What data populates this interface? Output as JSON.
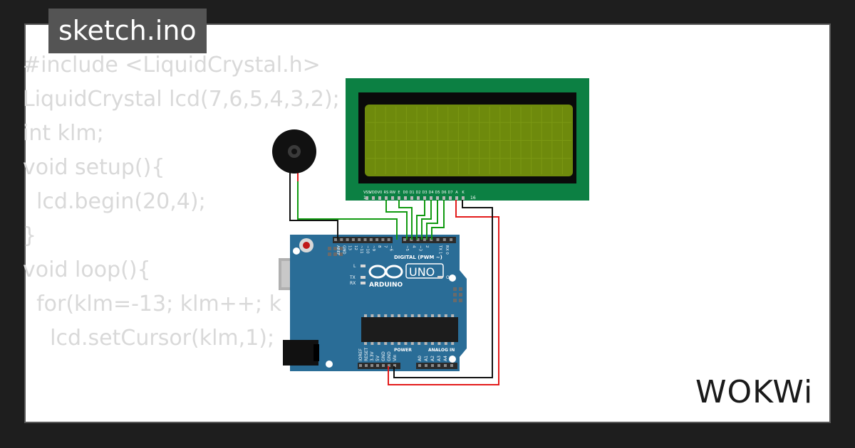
{
  "title": "sketch.ino",
  "brand": "WOKWi",
  "code_lines": [
    "#include <LiquidCrystal.h>",
    "LiquidCrystal lcd(7,6,5,4,3,2);",
    "int klm;",
    "void setup(){",
    "  lcd.begin(20,4);",
    "}",
    "",
    "void loop(){",
    "  for(klm=-13; klm++; k",
    "    lcd.setCursor(klm,1);"
  ],
  "lcd": {
    "pin_labels": [
      "VSS",
      "VDD",
      "V0",
      "RS",
      "RW",
      "E",
      "D0",
      "D1",
      "D2",
      "D3",
      "D4",
      "D5",
      "D6",
      "D7",
      "A",
      "K"
    ],
    "pin_first": "1",
    "pin_last": "16"
  },
  "arduino": {
    "model": "UNO",
    "name": "ARDUINO",
    "digital_header": "DIGITAL (PWM ~)",
    "power_header": "POWER",
    "analog_header": "ANALOG IN",
    "top_pins": [
      "AREF",
      "GND",
      "13",
      "12",
      "~11",
      "~10",
      "~9",
      "8",
      "7",
      "~6",
      "~5",
      "4",
      "~3",
      "2",
      "TX 1",
      "RX 0"
    ],
    "power_pins": [
      "IOREF",
      "RESET",
      "3.3V",
      "5V",
      "GND",
      "GND",
      "Vin"
    ],
    "analog_pins": [
      "A0",
      "A1",
      "A2",
      "A3",
      "A4",
      "A5"
    ],
    "led_labels": [
      "L",
      "TX",
      "RX",
      "ON"
    ]
  },
  "colors": {
    "background": "#1e1e1e",
    "lcd_board": "#0c8043",
    "lcd_screen": "#6e8a0c",
    "arduino_board": "#2a6d97",
    "wire_green": "#119a11",
    "wire_red": "#e31b1b",
    "wire_black": "#111111"
  }
}
